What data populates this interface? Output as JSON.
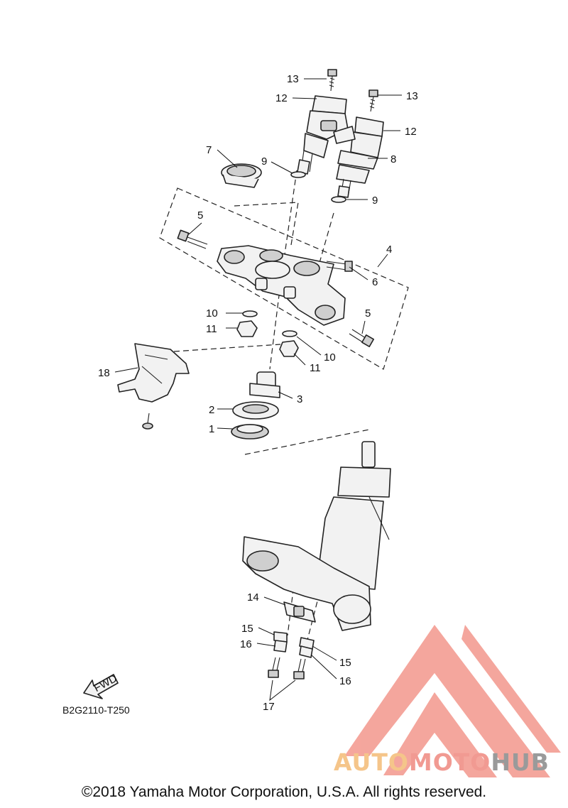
{
  "diagram": {
    "code": "B2G2110-T250",
    "fwd_label": "FWD",
    "copyright": "©2018 Yamaha Motor Corporation, U.S.A. All rights reserved.",
    "callouts": {
      "c13a": "13",
      "c12a": "12",
      "c13b": "13",
      "c12b": "12",
      "c7": "7",
      "c9a": "9",
      "c8": "8",
      "c9b": "9",
      "c5a": "5",
      "c4": "4",
      "c6": "6",
      "c10a": "10",
      "c11a": "11",
      "c5b": "5",
      "c10b": "10",
      "c11b": "11",
      "c18": "18",
      "c3": "3",
      "c2": "2",
      "c1": "1",
      "c14": "14",
      "c15a": "15",
      "c16a": "16",
      "c15b": "15",
      "c16b": "16",
      "c17": "17"
    }
  },
  "watermark": {
    "part1": "AUTO",
    "part2": "MOTO",
    "part3": "HUB",
    "colors": {
      "auto": "#f5c58a",
      "moto": "#f19a92",
      "hub": "#9a9a9a",
      "logo": "#f3978c"
    }
  }
}
